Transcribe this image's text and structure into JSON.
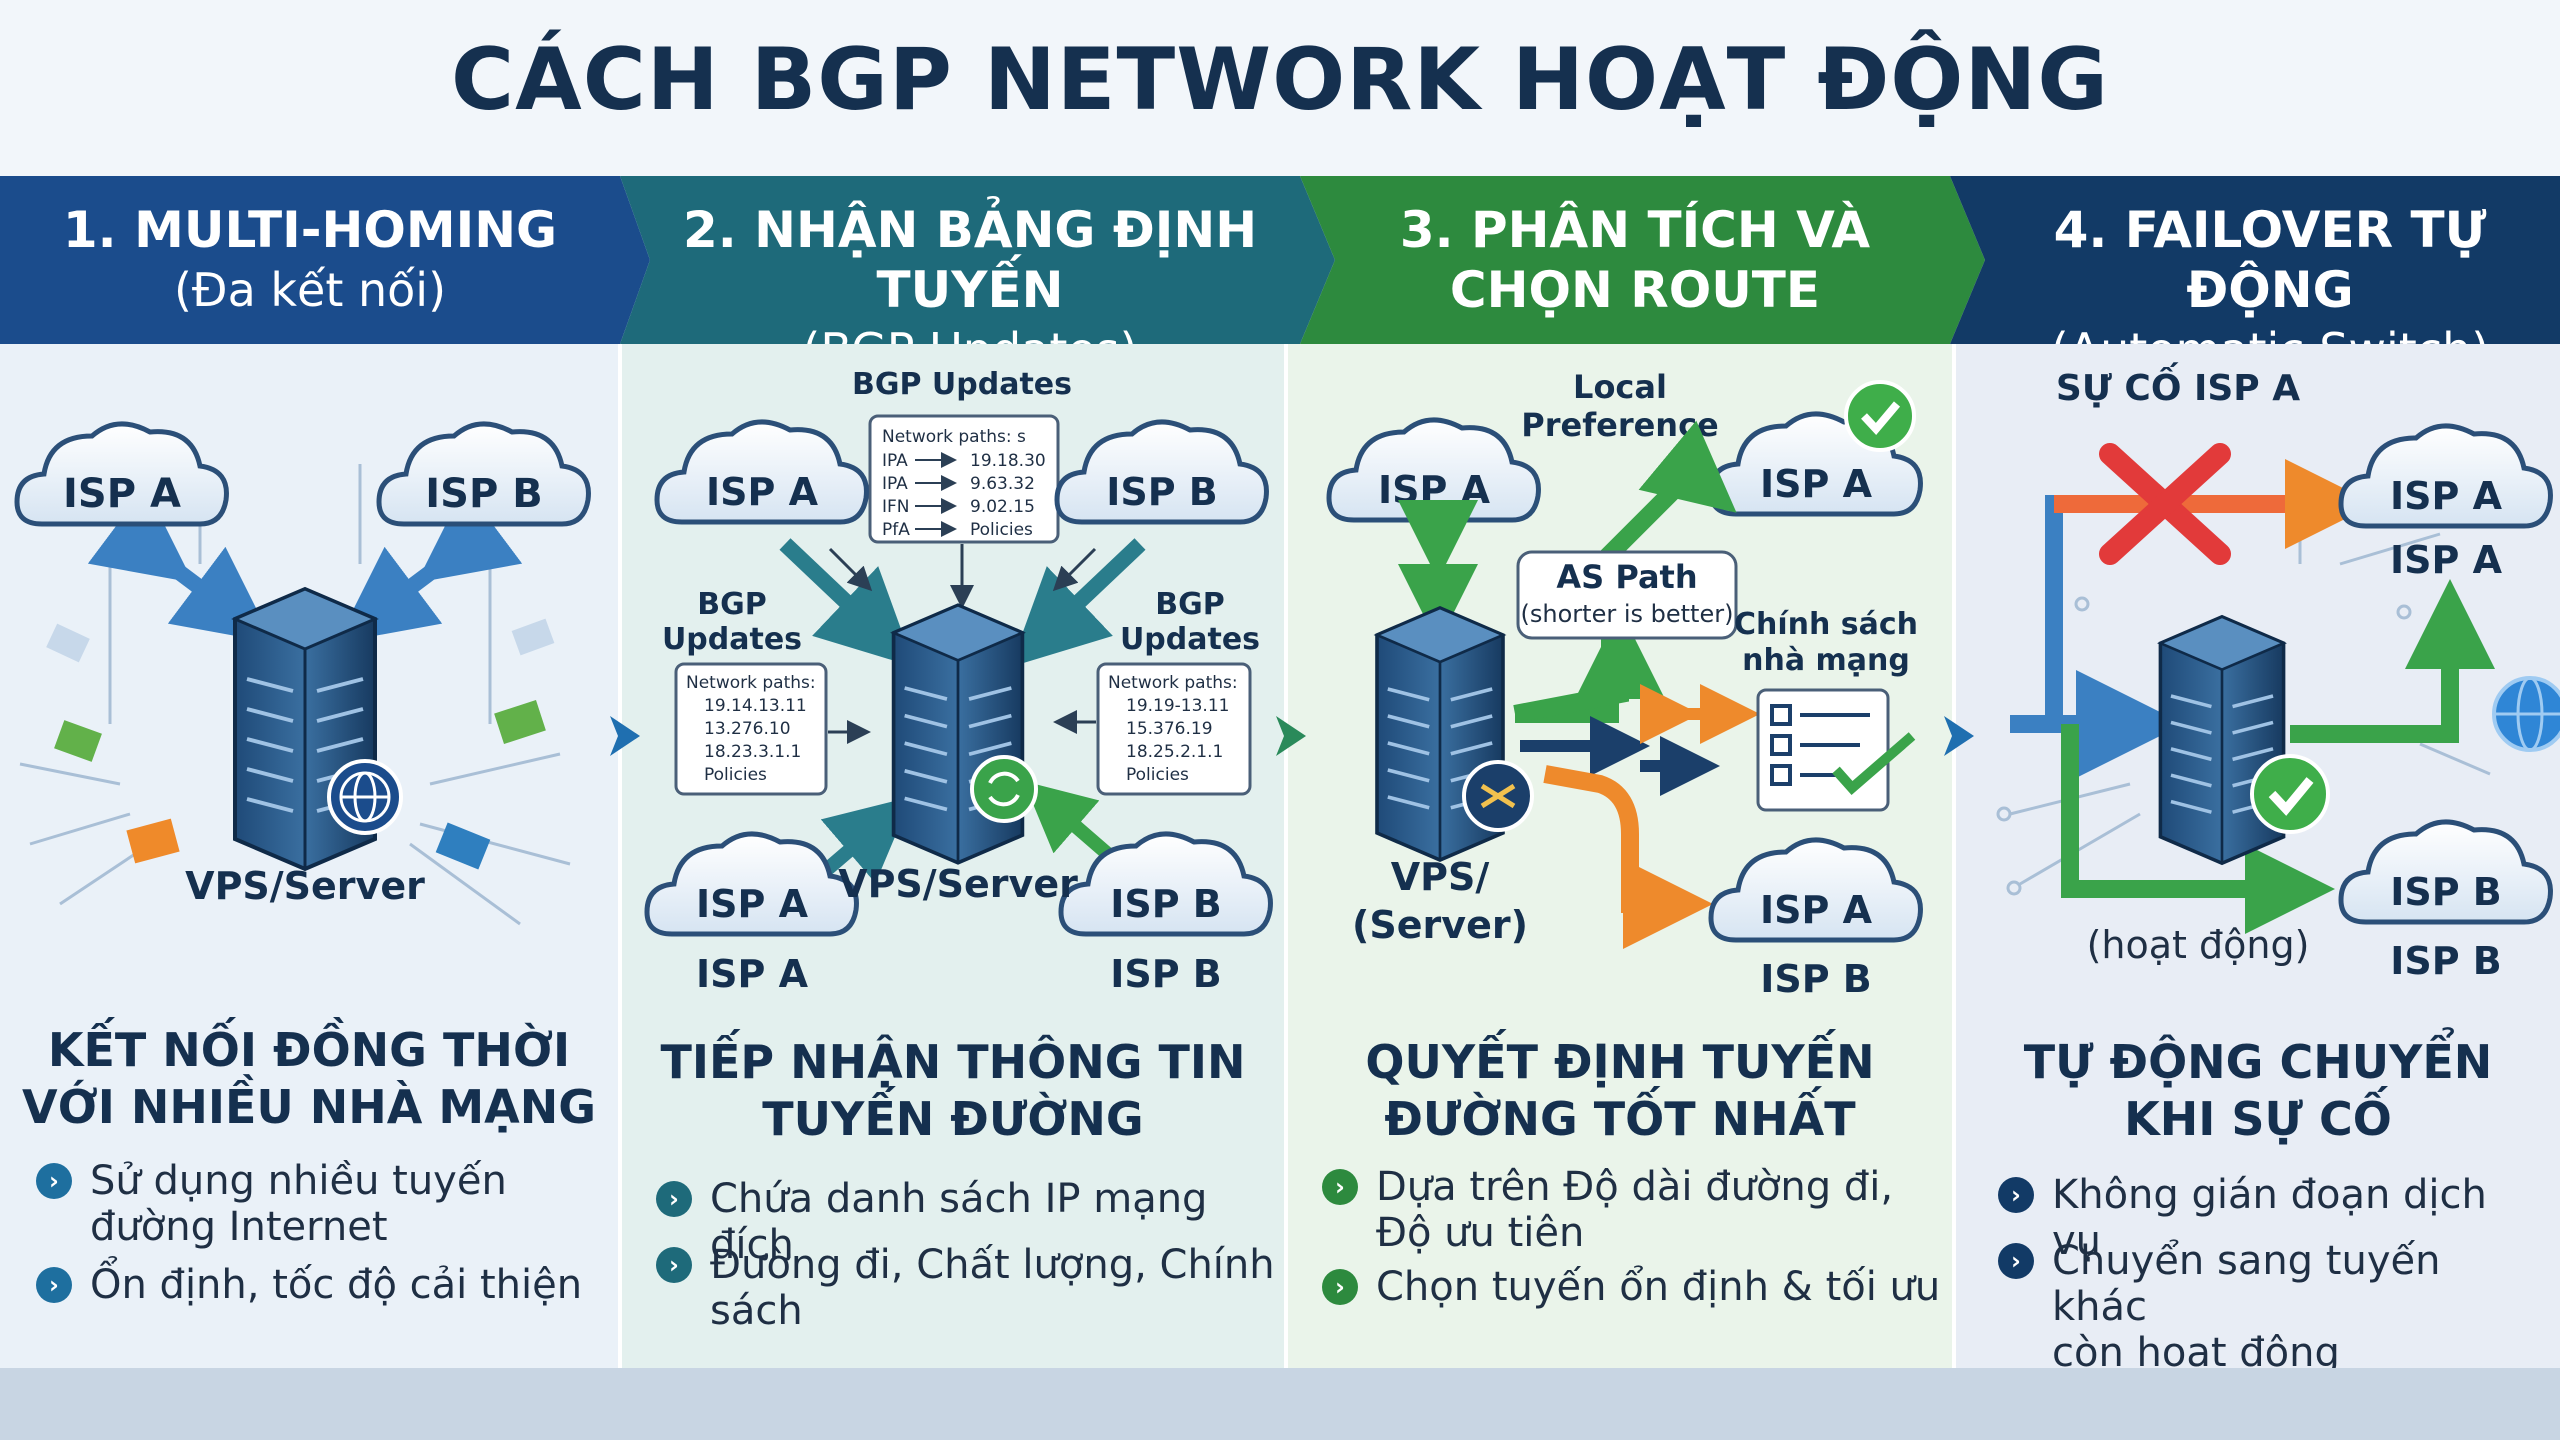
{
  "title": "CÁCH BGP NETWORK HOẠT ĐỘNG",
  "colors": {
    "panel1": "#1b4c8c",
    "panel2": "#1e6a7a",
    "panel3": "#2d8a3e",
    "panel4": "#123a66",
    "arrow_green": "#3aa34a",
    "arrow_orange": "#ee8a2c",
    "arrow_blue": "#3b80c2",
    "check_green": "#3fae4a",
    "x_red": "#e23a3a"
  },
  "panels": [
    {
      "header_line1": "1. MULTI-HOMING",
      "header_line2": "(Đa kết nối)",
      "diagram": {
        "isp_a": "ISP A",
        "isp_b": "ISP B",
        "server": "VPS/Server",
        "server_icon": "globe-icon"
      },
      "heading_line1": "KẾT NỐI ĐỒNG THỜI",
      "heading_line2": "VỚI NHIỀU NHÀ MẠNG",
      "bullets": [
        {
          "line1": "Sử dụng nhiều tuyến",
          "line2": "đường Internet"
        },
        {
          "line1": "Ổn định, tốc độ cải thiện",
          "line2": ""
        }
      ]
    },
    {
      "header_line1": "2. NHẬN BẢNG ĐỊNH TUYẾN",
      "header_line2": "(BGP Updates)",
      "diagram": {
        "top_label": "BGP Updates",
        "top_box_title": "Network paths: s",
        "top_box_rows": [
          {
            "k": "IPA",
            "v": "19.18.30"
          },
          {
            "k": "IPA",
            "v": "9.63.32"
          },
          {
            "k": "IFN",
            "v": "9.02.15"
          },
          {
            "k": "PfA",
            "v": "Policies"
          }
        ],
        "left_label1": "BGP",
        "left_label2": "Updates",
        "left_box": [
          "Network paths:",
          "19.14.13.11",
          "13.276.10",
          "18.23.3.1.1",
          "Policies"
        ],
        "right_label1": "BGP",
        "right_label2": "Updates",
        "right_box": [
          "Network paths:",
          "19.19-13.11",
          "15.376.19",
          "18.25.2.1.1",
          "Policies"
        ],
        "isp_a_top": "ISP A",
        "isp_b_top": "ISP B",
        "isp_a_bottom": "ISP A",
        "isp_b_bottom": "ISP B",
        "isp_a_caption": "ISP A",
        "isp_b_caption": "ISP B",
        "server": "VPS/Server"
      },
      "heading_line1": "TIẾP NHẬN THÔNG TIN",
      "heading_line2": "TUYẾN ĐƯỜNG",
      "bullets": [
        {
          "line1": "Chứa danh sách IP mạng đích",
          "line2": ""
        },
        {
          "line1": "Đường đi, Chất lượng, Chính sách",
          "line2": ""
        }
      ]
    },
    {
      "header_line1": "3. PHÂN TÍCH VÀ",
      "header_line2": "CHỌN ROUTE",
      "diagram": {
        "local_pref1": "Local",
        "local_pref2": "Preference",
        "as_path": "AS Path",
        "as_path_note": "(shorter is better)",
        "policy1": "Chính sách",
        "policy2": "nhà mạng",
        "isp_a_left": "ISP A",
        "isp_a_top": "ISP A",
        "isp_a_bottom": "ISP A",
        "isp_b_caption": "ISP B",
        "server1": "VPS/",
        "server2": "(Server)"
      },
      "heading_line1": "QUYẾT ĐỊNH TUYẾN",
      "heading_line2": "ĐƯỜNG TỐT NHẤT",
      "bullets": [
        {
          "line1": "Dựa trên Độ dài đường đi,",
          "line2": "Độ ưu tiên"
        },
        {
          "line1": "Chọn tuyến ổn định & tối ưu",
          "line2": ""
        }
      ]
    },
    {
      "header_line1": "4. FAILOVER TỰ ĐỘNG",
      "header_line2": "(Automatic Switch)",
      "diagram": {
        "incident": "SỰ CỐ ISP A",
        "isp_a_top": "ISP A",
        "isp_a_caption": "ISP A",
        "isp_b": "ISP B",
        "isp_b_caption": "ISP B",
        "active": "(hoạt động)"
      },
      "heading_line1": "TỰ ĐỘNG CHUYỂN",
      "heading_line2": "KHI SỰ CỐ",
      "bullets": [
        {
          "line1": "Không gián đoạn dịch vụ",
          "line2": ""
        },
        {
          "line1": "Chuyển sang tuyến khác",
          "line2": "còn hoạt động"
        }
      ]
    }
  ]
}
